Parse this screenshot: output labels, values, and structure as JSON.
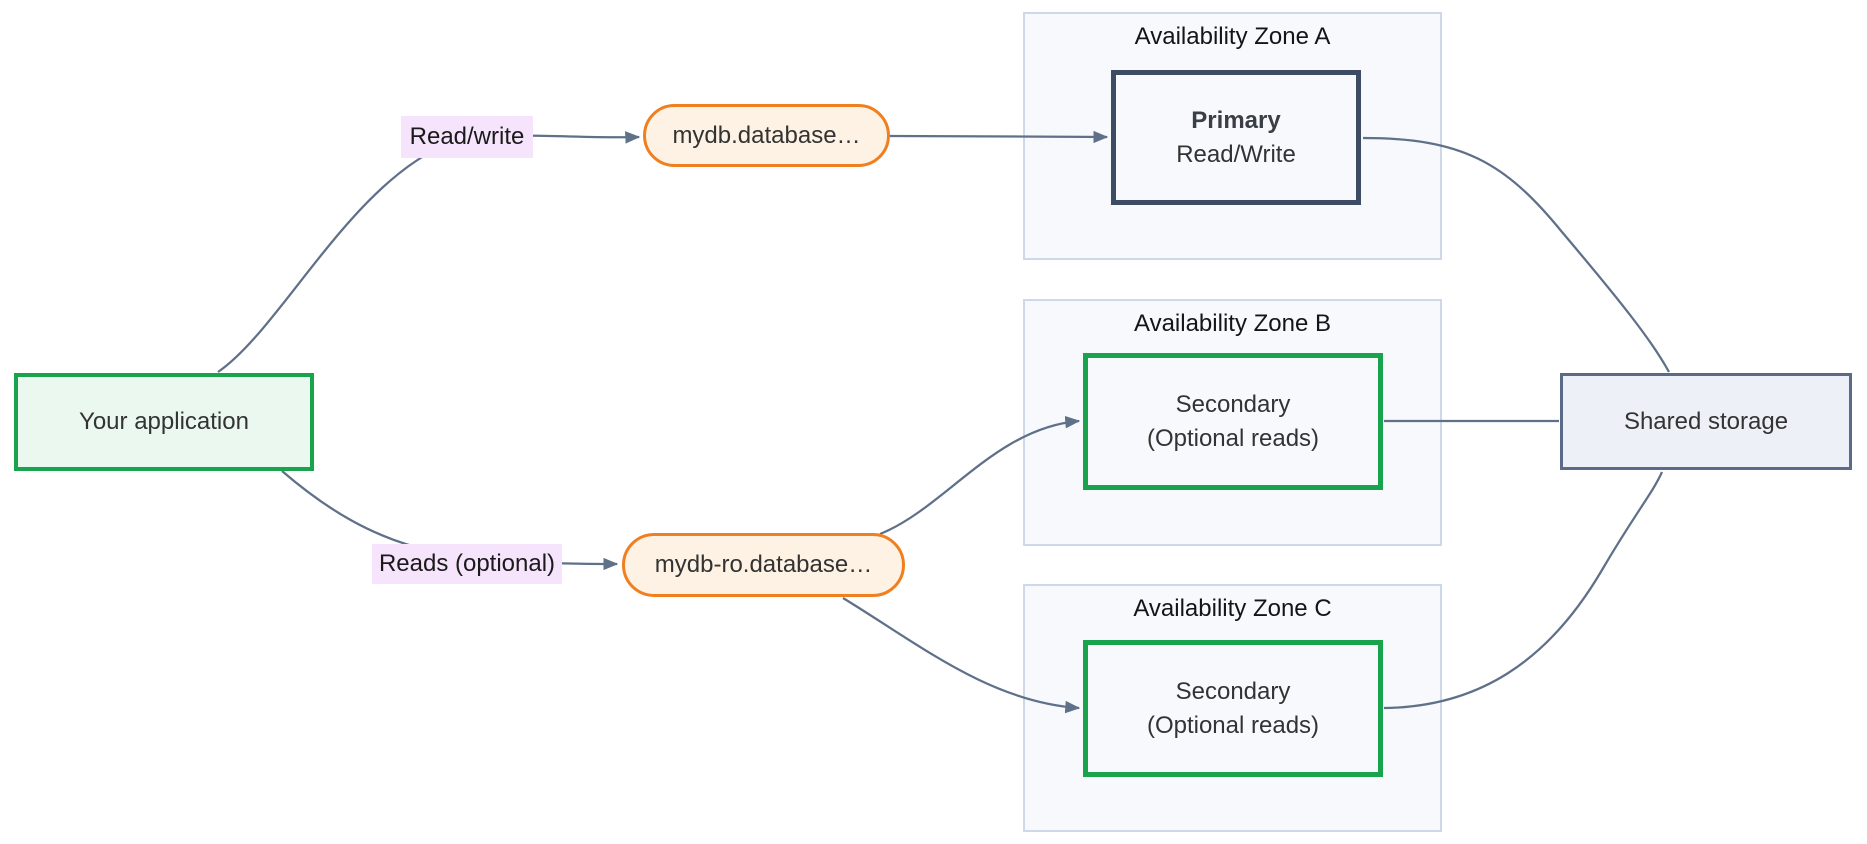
{
  "app": {
    "label": "Your application"
  },
  "edge_labels": {
    "read_write": "Read/write",
    "reads_optional": "Reads (optional)"
  },
  "endpoints": {
    "writer": "mydb.database…",
    "reader": "mydb-ro.database…"
  },
  "zones": [
    {
      "title": "Availability Zone A",
      "node_title": "Primary",
      "node_subtitle": "Read/Write"
    },
    {
      "title": "Availability Zone B",
      "node_title": "Secondary",
      "node_subtitle": "(Optional reads)"
    },
    {
      "title": "Availability Zone C",
      "node_title": "Secondary",
      "node_subtitle": "(Optional reads)"
    }
  ],
  "storage": {
    "label": "Shared storage"
  },
  "colors": {
    "edge": "#5f7089",
    "app_border": "#18a34c",
    "app_fill": "#ebf8f0",
    "endpoint_border": "#ef7f1f",
    "endpoint_fill": "#fdf2e3",
    "edge_label_bg": "#f5e4fb",
    "zone_border": "#cdd9e8",
    "zone_fill": "#f7f9fc",
    "primary_border": "#3e4c63",
    "secondary_border": "#18a34c",
    "node_fill": "#f7f9fc",
    "storage_border": "#5a6a87",
    "storage_fill": "#edf1f7"
  }
}
